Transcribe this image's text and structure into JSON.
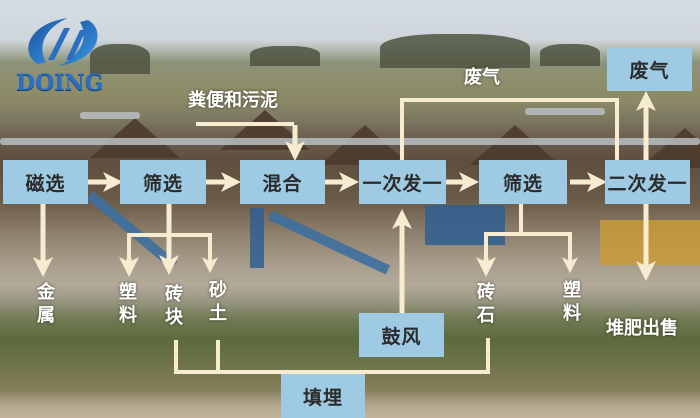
{
  "brand": {
    "name": "DOING",
    "color": "#2a6fc4"
  },
  "colors": {
    "box_fill": "#9ecbe3",
    "box_text": "#2b2b2b",
    "arrow": "#f8ecd0",
    "label_text": "#ffffff"
  },
  "process": {
    "magnetic_separation": "磁选",
    "screening_1": "筛选",
    "mixing": "混合",
    "primary_fermentation": "一次发一",
    "screening_2": "筛选",
    "secondary_fermentation": "二次发一",
    "exhaust_gas_box": "废气",
    "blower": "鼓风",
    "landfill": "填埋"
  },
  "labels": {
    "feces_and_sludge": "粪便和污泥",
    "exhaust_gas": "废气",
    "metal": "金属",
    "plastic_1": "塑料",
    "brick_1": "砖块",
    "sand_soil": "砂土",
    "brick_stone": "砖石",
    "plastic_2": "塑料",
    "compost_for_sale": "堆肥出售"
  }
}
